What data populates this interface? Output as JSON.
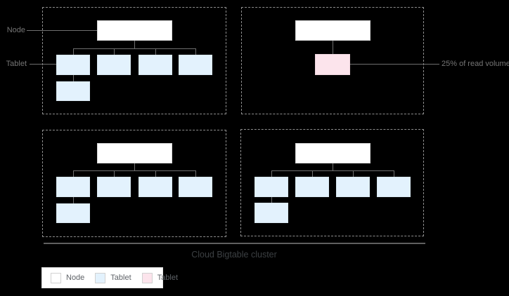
{
  "annotations": {
    "node_label": "Node",
    "tablet_label": "Tablet",
    "hot_tablet_label": "25% of read volume"
  },
  "cluster": {
    "caption": "Cloud Bigtable cluster"
  },
  "zones": [
    {
      "id": "zone-1",
      "node_count": 1,
      "tablet_count": 5,
      "hot_tablet": false
    },
    {
      "id": "zone-2",
      "node_count": 1,
      "tablet_count": 1,
      "hot_tablet": true
    },
    {
      "id": "zone-3",
      "node_count": 1,
      "tablet_count": 5,
      "hot_tablet": false
    },
    {
      "id": "zone-4",
      "node_count": 1,
      "tablet_count": 5,
      "hot_tablet": false
    }
  ],
  "legend": {
    "items": [
      {
        "label": "Node",
        "color": "#ffffff"
      },
      {
        "label": "Tablet",
        "color": "#e3f2fd"
      },
      {
        "label": "Tablet",
        "color": "#fce4ec"
      }
    ]
  },
  "colors": {
    "background": "#000000",
    "node_fill": "#ffffff",
    "tablet_fill": "#e3f2fd",
    "hot_tablet_fill": "#fce4ec",
    "connector": "#6f6f6f",
    "zone_border": "#8e8e8e"
  }
}
